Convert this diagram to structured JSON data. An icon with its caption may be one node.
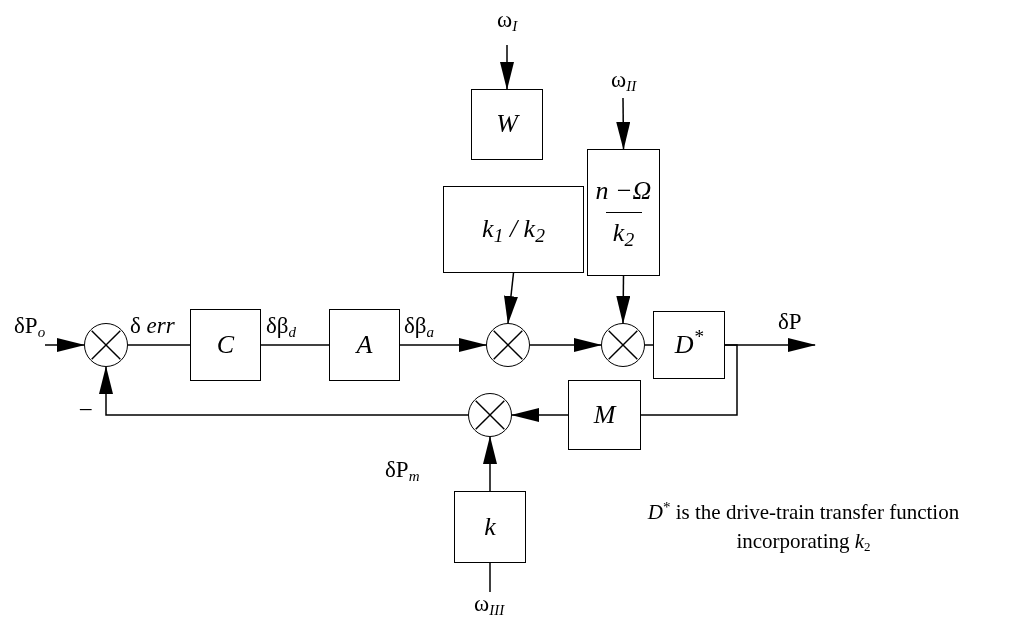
{
  "diagram": {
    "nodes": [
      {
        "text": [
          "W"
        ]
      },
      {
        "text": [
          "n −Ω",
          "k$_{2}$"
        ]
      },
      {
        "text": [
          "k$_{1}$ / k$_{2}$"
        ]
      },
      {
        "text": [],
        "shape": "circle"
      },
      {
        "text": [
          "C"
        ]
      },
      {
        "text": [
          "A"
        ]
      },
      {
        "text": [],
        "shape": "circle"
      },
      {
        "text": [],
        "shape": "circle"
      },
      {
        "text": [
          "D$^{*}$"
        ]
      },
      {
        "text": [],
        "shape": "circle"
      },
      {
        "text": [
          "M"
        ]
      },
      {
        "text": [
          "k"
        ]
      }
    ],
    "edges": [
      {
        "from": null,
        "to": 3,
        "arrow": "to",
        "label": "δP$_{o}$"
      },
      {
        "from": 3,
        "to": 4,
        "arrow": "none",
        "label": "δ *err*"
      },
      {
        "from": 4,
        "to": 5,
        "arrow": "none",
        "label": "δβ$_{d}$"
      },
      {
        "from": 5,
        "to": 6,
        "arrow": "to",
        "label": "δβ$_{a}$"
      },
      {
        "from": 6,
        "to": 7,
        "arrow": "to"
      },
      {
        "from": 7,
        "to": 8,
        "arrow": "none"
      },
      {
        "from": 8,
        "to": null,
        "arrow": "to",
        "label": "δP"
      },
      {
        "from": 8,
        "to": 10,
        "arrow": "none"
      },
      {
        "from": 10,
        "to": 9,
        "arrow": "to"
      },
      {
        "from": 9,
        "to": 3,
        "arrow": "to",
        "label": "–"
      },
      {
        "from": 11,
        "to": 9,
        "arrow": "to",
        "label": "δP$_{m}$"
      },
      {
        "from": 2,
        "to": 6,
        "arrow": "to"
      },
      {
        "from": 1,
        "to": 7,
        "arrow": "to"
      },
      {
        "from": null,
        "to": 0,
        "arrow": "to",
        "label": "ω$_{I}$"
      },
      {
        "from": null,
        "to": 1,
        "arrow": "to",
        "label": "ω$_{II}$"
      },
      {
        "from": null,
        "to": 11,
        "arrow": "none",
        "label": "ω$_{III}$"
      }
    ],
    "labels": [
      "*D*$^{*}$ is the drive-train transfer function incorporating *k*$_{2}$"
    ]
  }
}
